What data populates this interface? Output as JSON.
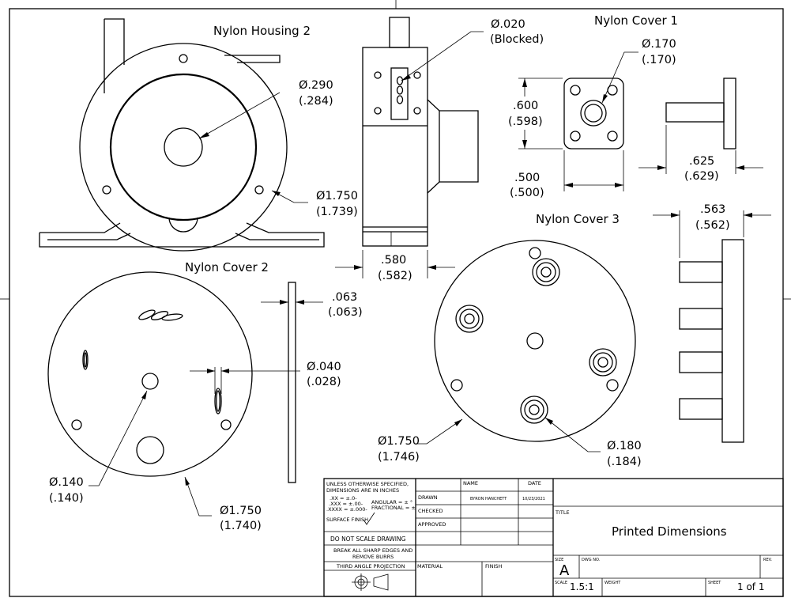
{
  "views": {
    "housing2": {
      "title": "Nylon Housing 2"
    },
    "cover1": {
      "title": "Nylon Cover 1"
    },
    "cover2": {
      "title": "Nylon Cover 2"
    },
    "cover3": {
      "title": "Nylon Cover 3"
    }
  },
  "dimensions": {
    "housing_bore": {
      "nominal": "Ø.290",
      "measured": "(.284)"
    },
    "housing_od": {
      "nominal": "Ø1.750",
      "measured": "(1.739)"
    },
    "housing_width": {
      "nominal": ".580",
      "measured": "(.582)"
    },
    "blocked_hole": {
      "nominal": "Ø.020",
      "measured": "(Blocked)"
    },
    "cover1_hole": {
      "nominal": "Ø.170",
      "measured": "(.170)"
    },
    "cover1_height": {
      "nominal": ".600",
      "measured": "(.598)"
    },
    "cover1_width": {
      "nominal": ".500",
      "measured": "(.500)"
    },
    "cover1_length": {
      "nominal": ".625",
      "measured": "(.629)"
    },
    "cover2_thickness": {
      "nominal": ".063",
      "measured": "(.063)"
    },
    "cover2_slot": {
      "nominal": "Ø.040",
      "measured": "(.028)"
    },
    "cover2_hole": {
      "nominal": "Ø.140",
      "measured": "(.140)"
    },
    "cover2_od": {
      "nominal": "Ø1.750",
      "measured": "(1.740)"
    },
    "cover3_od": {
      "nominal": "Ø1.750",
      "measured": "(1.746)"
    },
    "cover3_boss": {
      "nominal": "Ø.180",
      "measured": "(.184)"
    },
    "cover3_length": {
      "nominal": ".563",
      "measured": "(.562)"
    }
  },
  "title_block": {
    "notes": {
      "line1": "UNLESS OTHERWISE SPECIFIED,",
      "line2": "DIMENSIONS ARE IN INCHES",
      "tol1": ".XX = ±.0-",
      "tol2": ".XXX = ±.00-",
      "tol3": ".XXXX = ±.000-",
      "angular": "ANGULAR = ± °",
      "fractional": "FRACTIONAL = ±",
      "surface": "SURFACE FINISH"
    },
    "do_not_scale": "DO NOT SCALE DRAWING",
    "break_edges_1": "BREAK ALL SHARP EDGES AND",
    "break_edges_2": "REMOVE BURRS",
    "projection": "THIRD ANGLE PROJECTION",
    "headers": {
      "name": "NAME",
      "date": "DATE"
    },
    "rows": {
      "drawn": "DRAWN",
      "checked": "CHECKED",
      "approved": "APPROVED"
    },
    "drawn_by": "BYRON HANCHETT",
    "drawn_date": "10/23/2021",
    "material": "MATERIAL",
    "finish": "FINISH",
    "title_label": "TITLE",
    "title": "Printed Dimensions",
    "size_label": "SIZE",
    "size": "A",
    "dwg_label": "DWG NO.",
    "rev_label": "REV.",
    "scale_label": "SCALE",
    "scale": "1.5:1",
    "weight_label": "WEIGHT",
    "sheet_label": "SHEET",
    "sheet": "1 of 1"
  }
}
